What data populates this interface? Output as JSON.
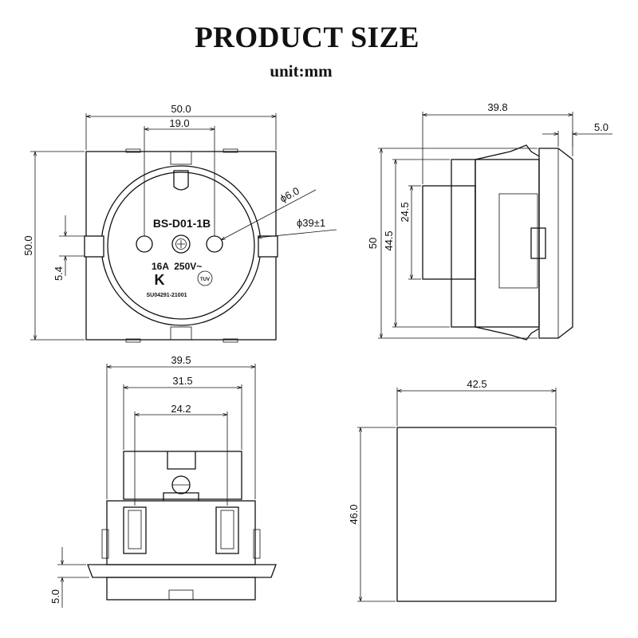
{
  "header": {
    "title": "PRODUCT SIZE",
    "unit": "unit:mm"
  },
  "front_view": {
    "width": "50.0",
    "pin_spacing": "19.0",
    "height": "50.0",
    "pin_offset": "5.4",
    "pin_diameter": "ϕ6.0",
    "cup_diameter": "ϕ39±1",
    "model_label": "BS-D01-1B",
    "rating_label": "16A  250V~",
    "cert_code": "SU04291-21001",
    "kc_mark": "K",
    "cert_badge_text": "TUV"
  },
  "side_view": {
    "depth": "39.8",
    "flange": "5.0",
    "height": "50",
    "inner_height": "44.5",
    "mid_height": "24.5"
  },
  "bottom_view": {
    "outer_width": "39.5",
    "clip_width": "31.5",
    "terminal_width": "24.2",
    "flange": "5.0"
  },
  "back_view": {
    "width": "42.5",
    "height": "46.0"
  }
}
